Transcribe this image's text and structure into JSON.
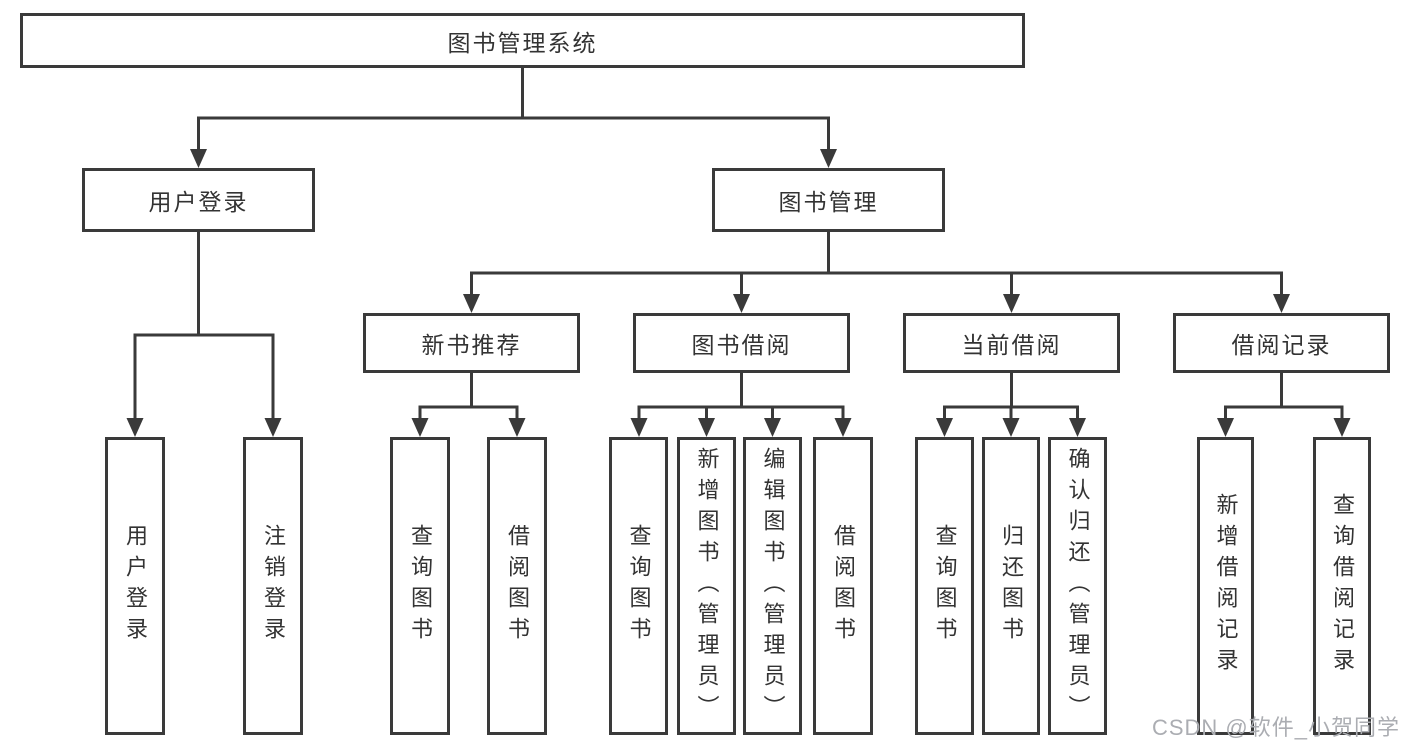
{
  "tree": {
    "label": "图书管理系统",
    "children": [
      {
        "label": "用户登录",
        "children": [
          {
            "label": "用户登录"
          },
          {
            "label": "注销登录"
          }
        ]
      },
      {
        "label": "图书管理",
        "children": [
          {
            "label": "新书推荐",
            "children": [
              {
                "label": "查询图书"
              },
              {
                "label": "借阅图书"
              }
            ]
          },
          {
            "label": "图书借阅",
            "children": [
              {
                "label": "查询图书"
              },
              {
                "label": "新增图书（管理员）"
              },
              {
                "label": "编辑图书（管理员）"
              },
              {
                "label": "借阅图书"
              }
            ]
          },
          {
            "label": "当前借阅",
            "children": [
              {
                "label": "查询图书"
              },
              {
                "label": "归还图书"
              },
              {
                "label": "确认归还（管理员）"
              }
            ]
          },
          {
            "label": "借阅记录",
            "children": [
              {
                "label": "新增借阅记录"
              },
              {
                "label": "查询借阅记录"
              }
            ]
          }
        ]
      }
    ]
  },
  "watermark": "CSDN @软件_小贺同学",
  "colors": {
    "line": "#3a3a3a",
    "text": "#333333",
    "box_background": "#ffffff",
    "watermark": "#abadb2"
  }
}
